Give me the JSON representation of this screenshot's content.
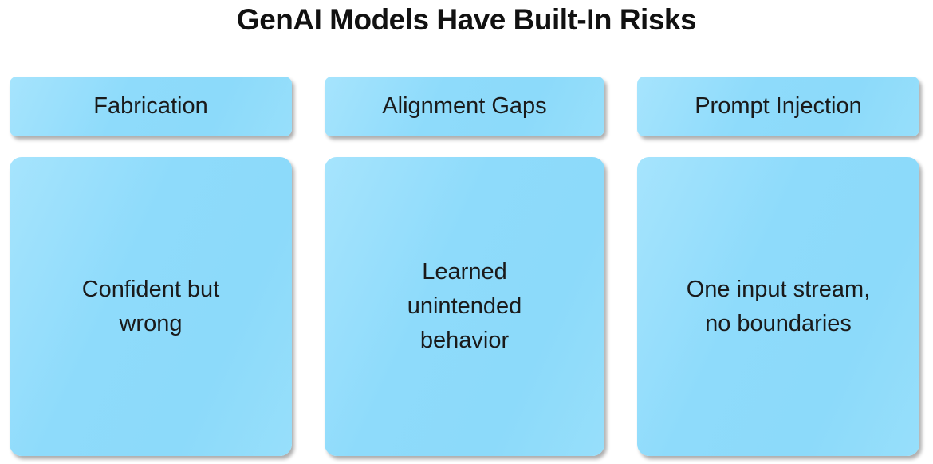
{
  "title": "GenAI Models Have Built-In Risks",
  "colors": {
    "background": "#ffffff",
    "box_fill": "#8edbfb",
    "box_fill_highlight": "#a6e4fd",
    "text": "#1a1a1a",
    "title_text": "#111111"
  },
  "columns": [
    {
      "header": "Fabrication",
      "body": "Confident but\nwrong"
    },
    {
      "header": "Alignment Gaps",
      "body": "Learned\nunintended\nbehavior"
    },
    {
      "header": "Prompt Injection",
      "body": "One input stream,\nno boundaries"
    }
  ]
}
